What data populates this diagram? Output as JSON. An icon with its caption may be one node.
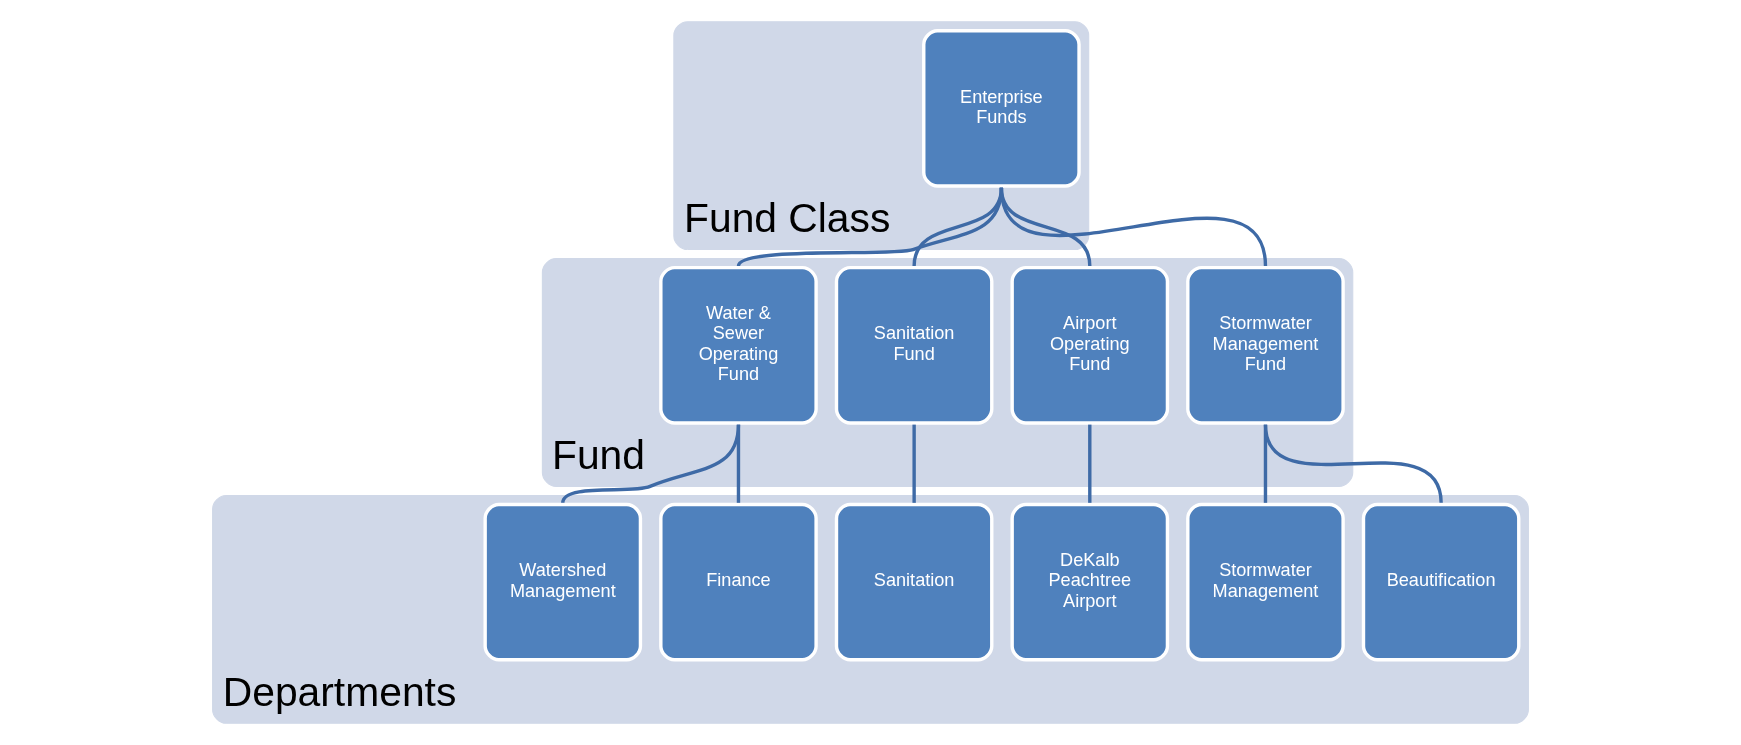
{
  "diagram": {
    "nodes": [
      {
        "text": [
          "Fund Class"
        ]
      },
      {
        "text": [
          "Enterprise Funds"
        ],
        "in": 0
      },
      {
        "text": [
          "Fund"
        ]
      },
      {
        "text": [
          "Water & Sewer Operating Fund"
        ],
        "in": 2
      },
      {
        "text": [
          "Sanitation Fund"
        ],
        "in": 2
      },
      {
        "text": [
          "Airport Operating Fund"
        ],
        "in": 2
      },
      {
        "text": [
          "Stormwater Management Fund"
        ],
        "in": 2
      },
      {
        "text": [
          "Departments"
        ]
      },
      {
        "text": [
          "Watershed Management"
        ],
        "in": 7
      },
      {
        "text": [
          "Finance"
        ],
        "in": 7
      },
      {
        "text": [
          "Sanitation"
        ],
        "in": 7
      },
      {
        "text": [
          "DeKalb Peachtree Airport"
        ],
        "in": 7
      },
      {
        "text": [
          "Stormwater Management"
        ],
        "in": 7
      },
      {
        "text": [
          "Beautification"
        ],
        "in": 7
      }
    ],
    "edges": [
      {
        "from": 1,
        "to": 3,
        "arrow": "none"
      },
      {
        "from": 1,
        "to": 4,
        "arrow": "none"
      },
      {
        "from": 1,
        "to": 5,
        "arrow": "none"
      },
      {
        "from": 1,
        "to": 6,
        "arrow": "none"
      },
      {
        "from": 3,
        "to": 8,
        "arrow": "none"
      },
      {
        "from": 3,
        "to": 9,
        "arrow": "none"
      },
      {
        "from": 4,
        "to": 10,
        "arrow": "none"
      },
      {
        "from": 5,
        "to": 11,
        "arrow": "none"
      },
      {
        "from": 6,
        "to": 12,
        "arrow": "none"
      },
      {
        "from": 6,
        "to": 13,
        "arrow": "none"
      }
    ]
  }
}
